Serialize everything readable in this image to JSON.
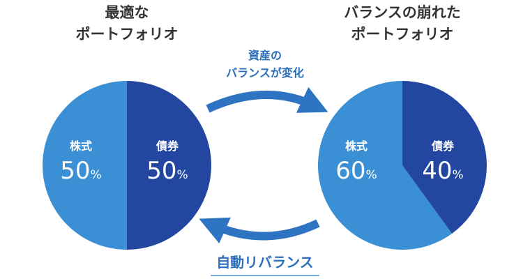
{
  "colors": {
    "stock": "#3a8fd5",
    "bond": "#2347a0",
    "arrow": "#2f74c3",
    "heading": "#333333",
    "underline": "#4a90d9"
  },
  "left": {
    "title_line1": "最適な",
    "title_line2": "ポートフォリオ"
  },
  "right": {
    "title_line1": "バランスの崩れた",
    "title_line2": "ポートフォリオ"
  },
  "flow": {
    "top_line1": "資産の",
    "top_line2": "バランスが変化",
    "bottom": "自動リバランス"
  },
  "chart_data": [
    {
      "type": "pie",
      "slices": [
        {
          "label": "株式",
          "value": 50,
          "value_text": "50",
          "unit": "%"
        },
        {
          "label": "債券",
          "value": 50,
          "value_text": "50",
          "unit": "%"
        }
      ]
    },
    {
      "type": "pie",
      "slices": [
        {
          "label": "株式",
          "value": 60,
          "value_text": "60",
          "unit": "%"
        },
        {
          "label": "債券",
          "value": 40,
          "value_text": "40",
          "unit": "%"
        }
      ]
    }
  ]
}
